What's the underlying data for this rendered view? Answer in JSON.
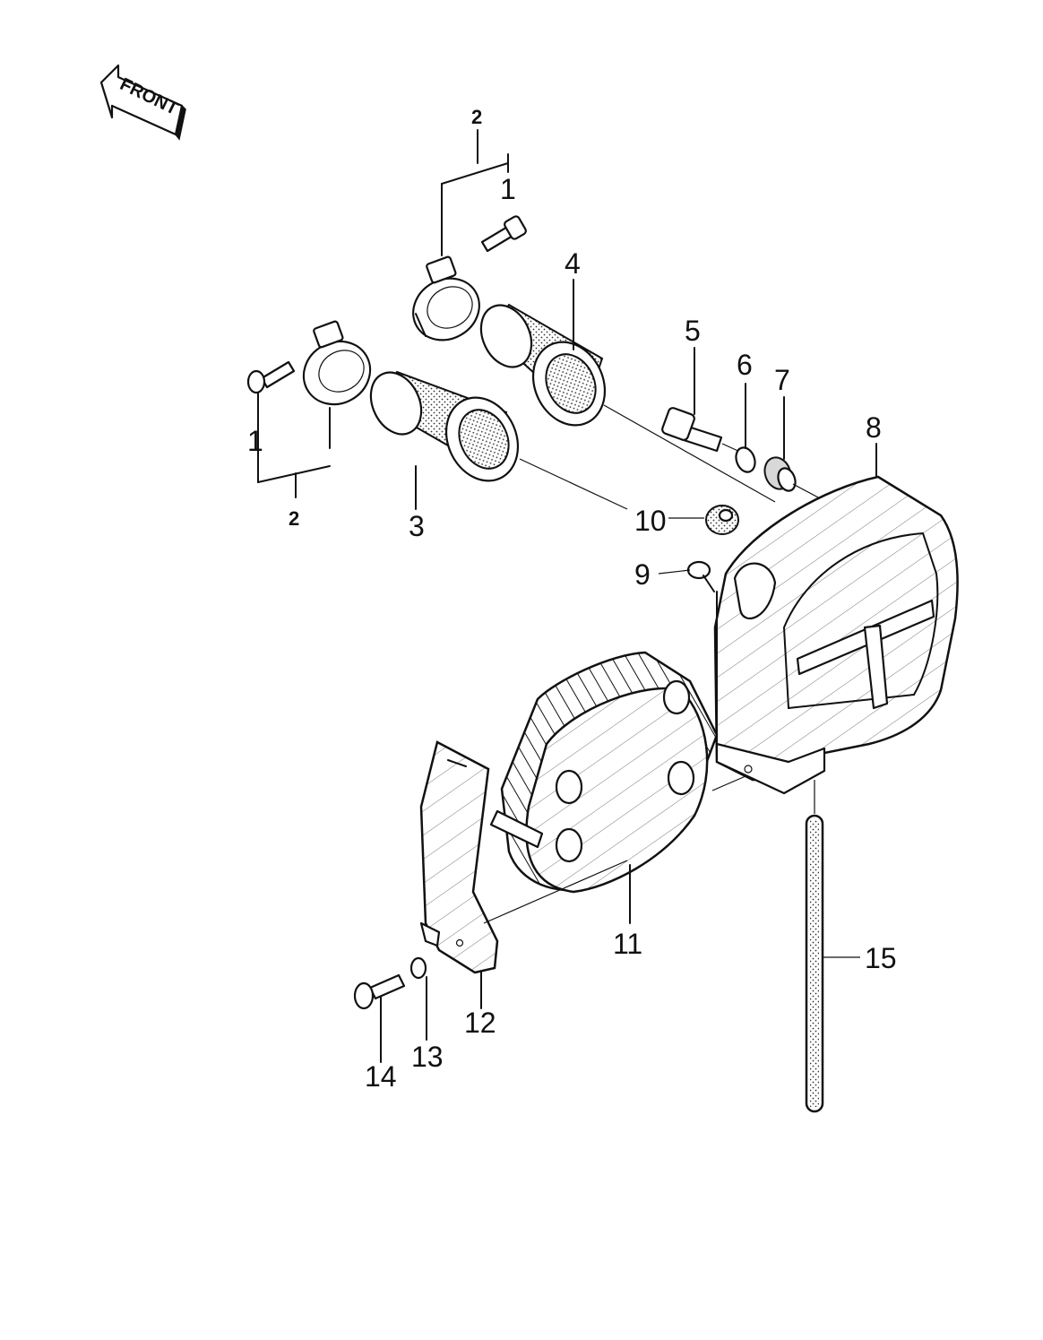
{
  "diagram": {
    "front_arrow_text": "FRONT",
    "labels": {
      "p1_top": "1",
      "p2_top": "2",
      "p1_left": "1",
      "p2_left": "2",
      "p3": "3",
      "p4": "4",
      "p5": "5",
      "p6": "6",
      "p7": "7",
      "p8": "8",
      "p9": "9",
      "p10": "10",
      "p11": "11",
      "p12": "12",
      "p13": "13",
      "p14": "14",
      "p15": "15"
    }
  }
}
